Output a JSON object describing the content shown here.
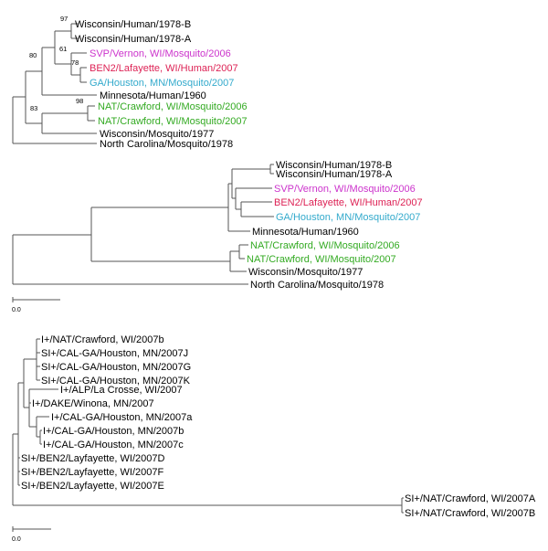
{
  "colors": {
    "black": "#000000",
    "magenta": "#cc33cc",
    "red": "#dd2255",
    "cyan": "#33aacc",
    "green": "#33aa22",
    "branch": "#555555"
  },
  "tree1": {
    "labels": [
      "Wisconsin/Human/1978-B",
      "Wisconsin/Human/1978-A",
      "SVP/Vernon, WI/Mosquito/2006",
      "BEN2/Lafayette, WI/Human/2007",
      "GA/Houston, MN/Mosquito/2007",
      "Minnesota/Human/1960",
      "NAT/Crawford, WI/Mosquito/2006",
      "NAT/Crawford, WI/Mosquito/2007",
      "Wisconsin/Mosquito/1977",
      "North Carolina/Mosquito/1978"
    ],
    "support": [
      "97",
      "61",
      "78",
      "80",
      "98",
      "83"
    ]
  },
  "tree2": {
    "labels": [
      "Wisconsin/Human/1978-B",
      "Wisconsin/Human/1978-A",
      "SVP/Vernon, WI/Mosquito/2006",
      "BEN2/Lafayette, WI/Human/2007",
      "GA/Houston, MN/Mosquito/2007",
      "Minnesota/Human/1960",
      "NAT/Crawford, WI/Mosquito/2006",
      "NAT/Crawford, WI/Mosquito/2007",
      "Wisconsin/Mosquito/1977",
      "North Carolina/Mosquito/1978"
    ],
    "scale_label": "0.0"
  },
  "tree3": {
    "labels": [
      "I+/NAT/Crawford, WI/2007b",
      "SI+/CAL-GA/Houston, MN/2007J",
      "SI+/CAL-GA/Houston, MN/2007G",
      "SI+/CAL-GA/Houston, MN/2007K",
      "I+/ALP/La Crosse, WI/2007",
      "I+/DAKE/Winona, MN/2007",
      "I+/CAL-GA/Houston, MN/2007a",
      "I+/CAL-GA/Houston, MN/2007b",
      "I+/CAL-GA/Houston, MN/2007c",
      "SI+/BEN2/Layfayette, WI/2007D",
      "SI+/BEN2/Layfayette, WI/2007F",
      "SI+/BEN2/Layfayette, WI/2007E",
      "SI+/NAT/Crawford, WI/2007A",
      "SI+/NAT/Crawford, WI/2007B"
    ],
    "scale_label": "0.0"
  }
}
